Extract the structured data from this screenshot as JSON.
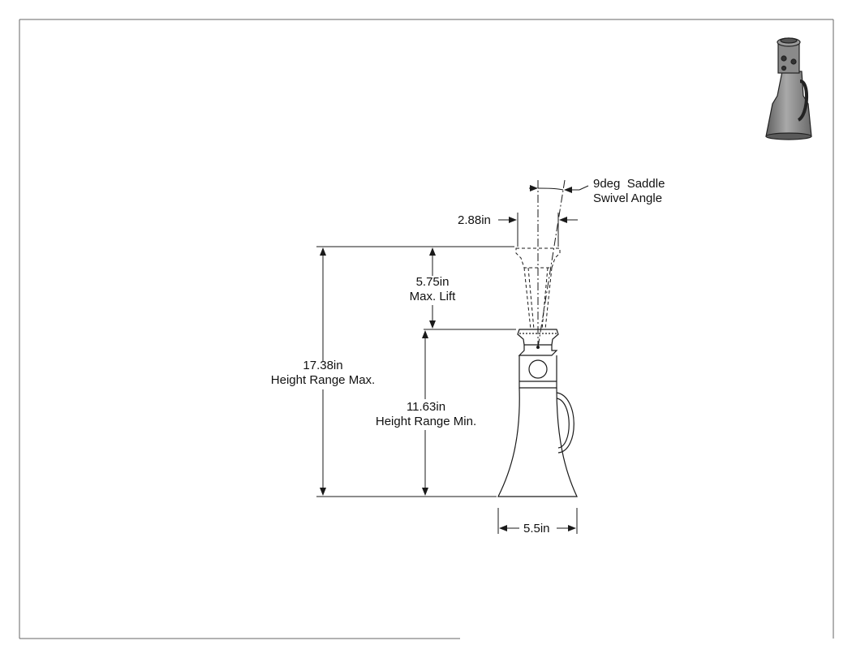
{
  "annotations": {
    "swivel": {
      "line1": "9deg  Saddle",
      "line2": "Swivel Angle"
    },
    "saddle_width": "2.88in",
    "max_lift": {
      "value": "5.75in",
      "label": "Max. Lift"
    },
    "height_max": {
      "value": "17.38in",
      "label": "Height Range Max."
    },
    "height_min": {
      "value": "11.63in",
      "label": "Height Range Min."
    },
    "base_width": "5.5in"
  },
  "colors": {
    "line": "#1a1a1a",
    "frame": "#666666",
    "thumbnail": "#8c8c8c"
  }
}
